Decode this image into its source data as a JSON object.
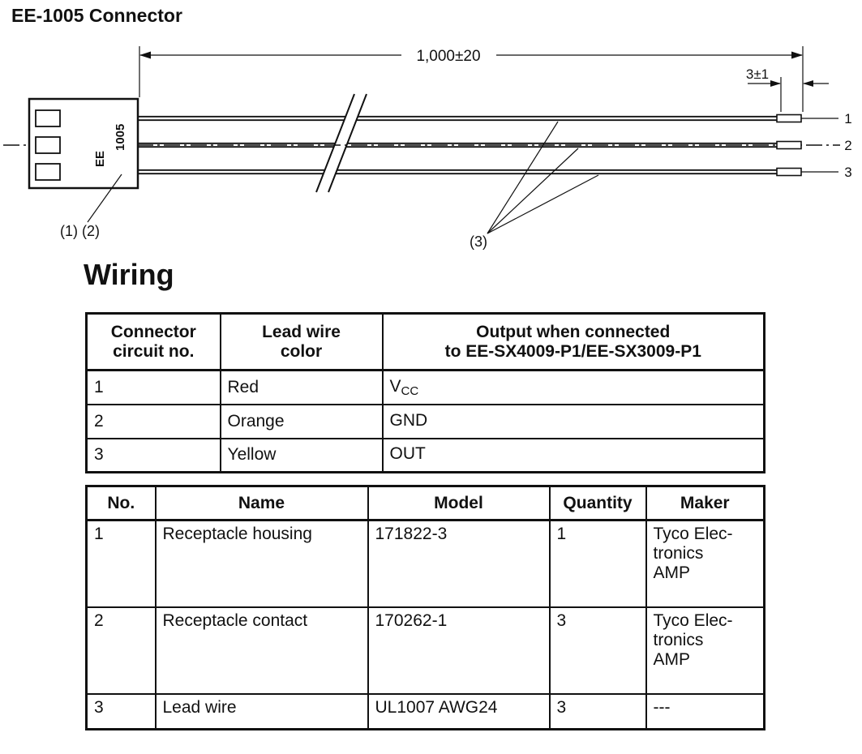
{
  "page": {
    "title": "EE-1005 Connector",
    "section_heading": "Wiring"
  },
  "diagram": {
    "dim_length": "1,000±20",
    "dim_tip": "3±1",
    "connector_label_ee": "EE",
    "connector_label_1005": "1005",
    "wire_labels": [
      "1",
      "2",
      "3"
    ],
    "callout_connector": "(1) (2)",
    "callout_wires": "(3)"
  },
  "wiring_table": {
    "col_headers": [
      "Connector\ncircuit no.",
      "Lead wire\ncolor",
      "Output when connected\nto EE-SX4009-P1/EE-SX3009-P1"
    ],
    "rows": [
      {
        "circuit_no": "1",
        "color": "Red",
        "output_main": "V",
        "output_sub": "CC"
      },
      {
        "circuit_no": "2",
        "color": "Orange",
        "output_main": "GND",
        "output_sub": ""
      },
      {
        "circuit_no": "3",
        "color": "Yellow",
        "output_main": "OUT",
        "output_sub": ""
      }
    ]
  },
  "parts_table": {
    "col_headers": [
      "No.",
      "Name",
      "Model",
      "Quantity",
      "Maker"
    ],
    "rows": [
      {
        "no": "1",
        "name": "Receptacle housing",
        "model": "171822-3",
        "quantity": "1",
        "maker": "Tyco Elec-\ntronics\nAMP"
      },
      {
        "no": "2",
        "name": "Receptacle contact",
        "model": "170262-1",
        "quantity": "3",
        "maker": "Tyco Elec-\ntronics\nAMP"
      },
      {
        "no": "3",
        "name": "Lead wire",
        "model": "UL1007 AWG24",
        "quantity": "3",
        "maker": "---"
      }
    ]
  }
}
